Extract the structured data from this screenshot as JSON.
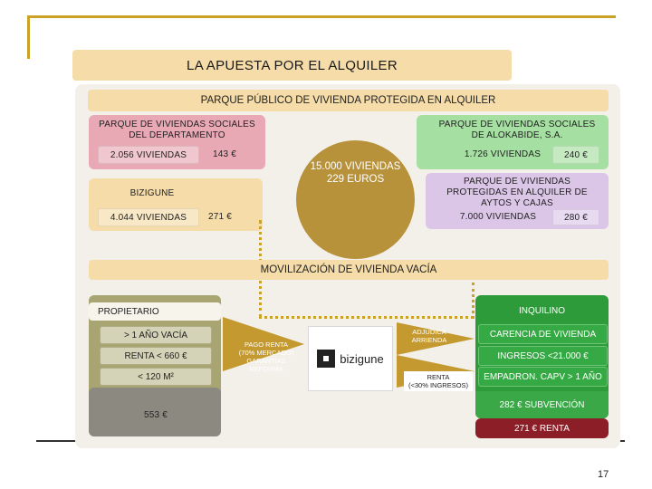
{
  "title": "LA APUESTA POR EL ALQUILER",
  "park": {
    "heading": "PARQUE PÚBLICO DE VIVIENDA PROTEGIDA EN ALQUILER",
    "departamento": {
      "line1": "PARQUE DE VIVIENDAS SOCIALES",
      "line2": "DEL DEPARTAMENTO",
      "count": "2.056 VIVIENDAS",
      "rent": "143 €"
    },
    "alokabide": {
      "line1": "PARQUE DE VIVIENDAS SOCIALES",
      "line2": "DE ALOKABIDE, S.A.",
      "count": "1.726 VIVIENDAS",
      "rent": "240 €"
    },
    "bizigune": {
      "label": "BIZIGUNE",
      "count": "4.044 VIVIENDAS",
      "rent": "271 €"
    },
    "aytos": {
      "line1": "PARQUE DE VIVIENDAS",
      "line2": "PROTEGIDAS EN ALQUILER DE",
      "line3": "AYTOS Y CAJAS",
      "count": "7.000 VIVIENDAS",
      "rent": "280 €"
    },
    "total": {
      "line1": "15.000 VIVIENDAS",
      "line2": "229 EUROS"
    }
  },
  "movilizacion": {
    "heading": "MOVILIZACIÓN DE VIVIENDA VACÍA",
    "propietario": {
      "label": "PROPIETARIO",
      "items": [
        "> 1 AÑO VACÍA",
        "RENTA < 660 €",
        "< 120 M²"
      ],
      "net": "553 €"
    },
    "pago": [
      "PAGO RENTA",
      "(70% MERCADO)",
      "GARANTÍAS",
      "REFORMA"
    ],
    "logo_text": "bizigune",
    "adjudica": [
      "ADJUDICA",
      "ARRIENDA"
    ],
    "renta": [
      "RENTA",
      "(<30% INGRESOS)"
    ],
    "inquilino": {
      "label": "INQUILINO",
      "items": [
        "CARENCIA DE VIVIENDA",
        "INGRESOS <21.000 €",
        "EMPADRON. CAPV > 1 AÑO"
      ],
      "subvencion": "282 € SUBVENCIÓN",
      "renta": "271 € RENTA"
    }
  },
  "page_number": "17",
  "colors": {
    "gold": "#c9a227",
    "pink": "#e8a9b5",
    "green": "#a6dfa2",
    "lavender": "#dcc6e8",
    "bronze": "#b8923a",
    "dark_green": "#2e9b3a",
    "dark_red": "#8c1e28",
    "olive": "#a8a572"
  },
  "icons": [
    "bizigune-logo-icon"
  ]
}
